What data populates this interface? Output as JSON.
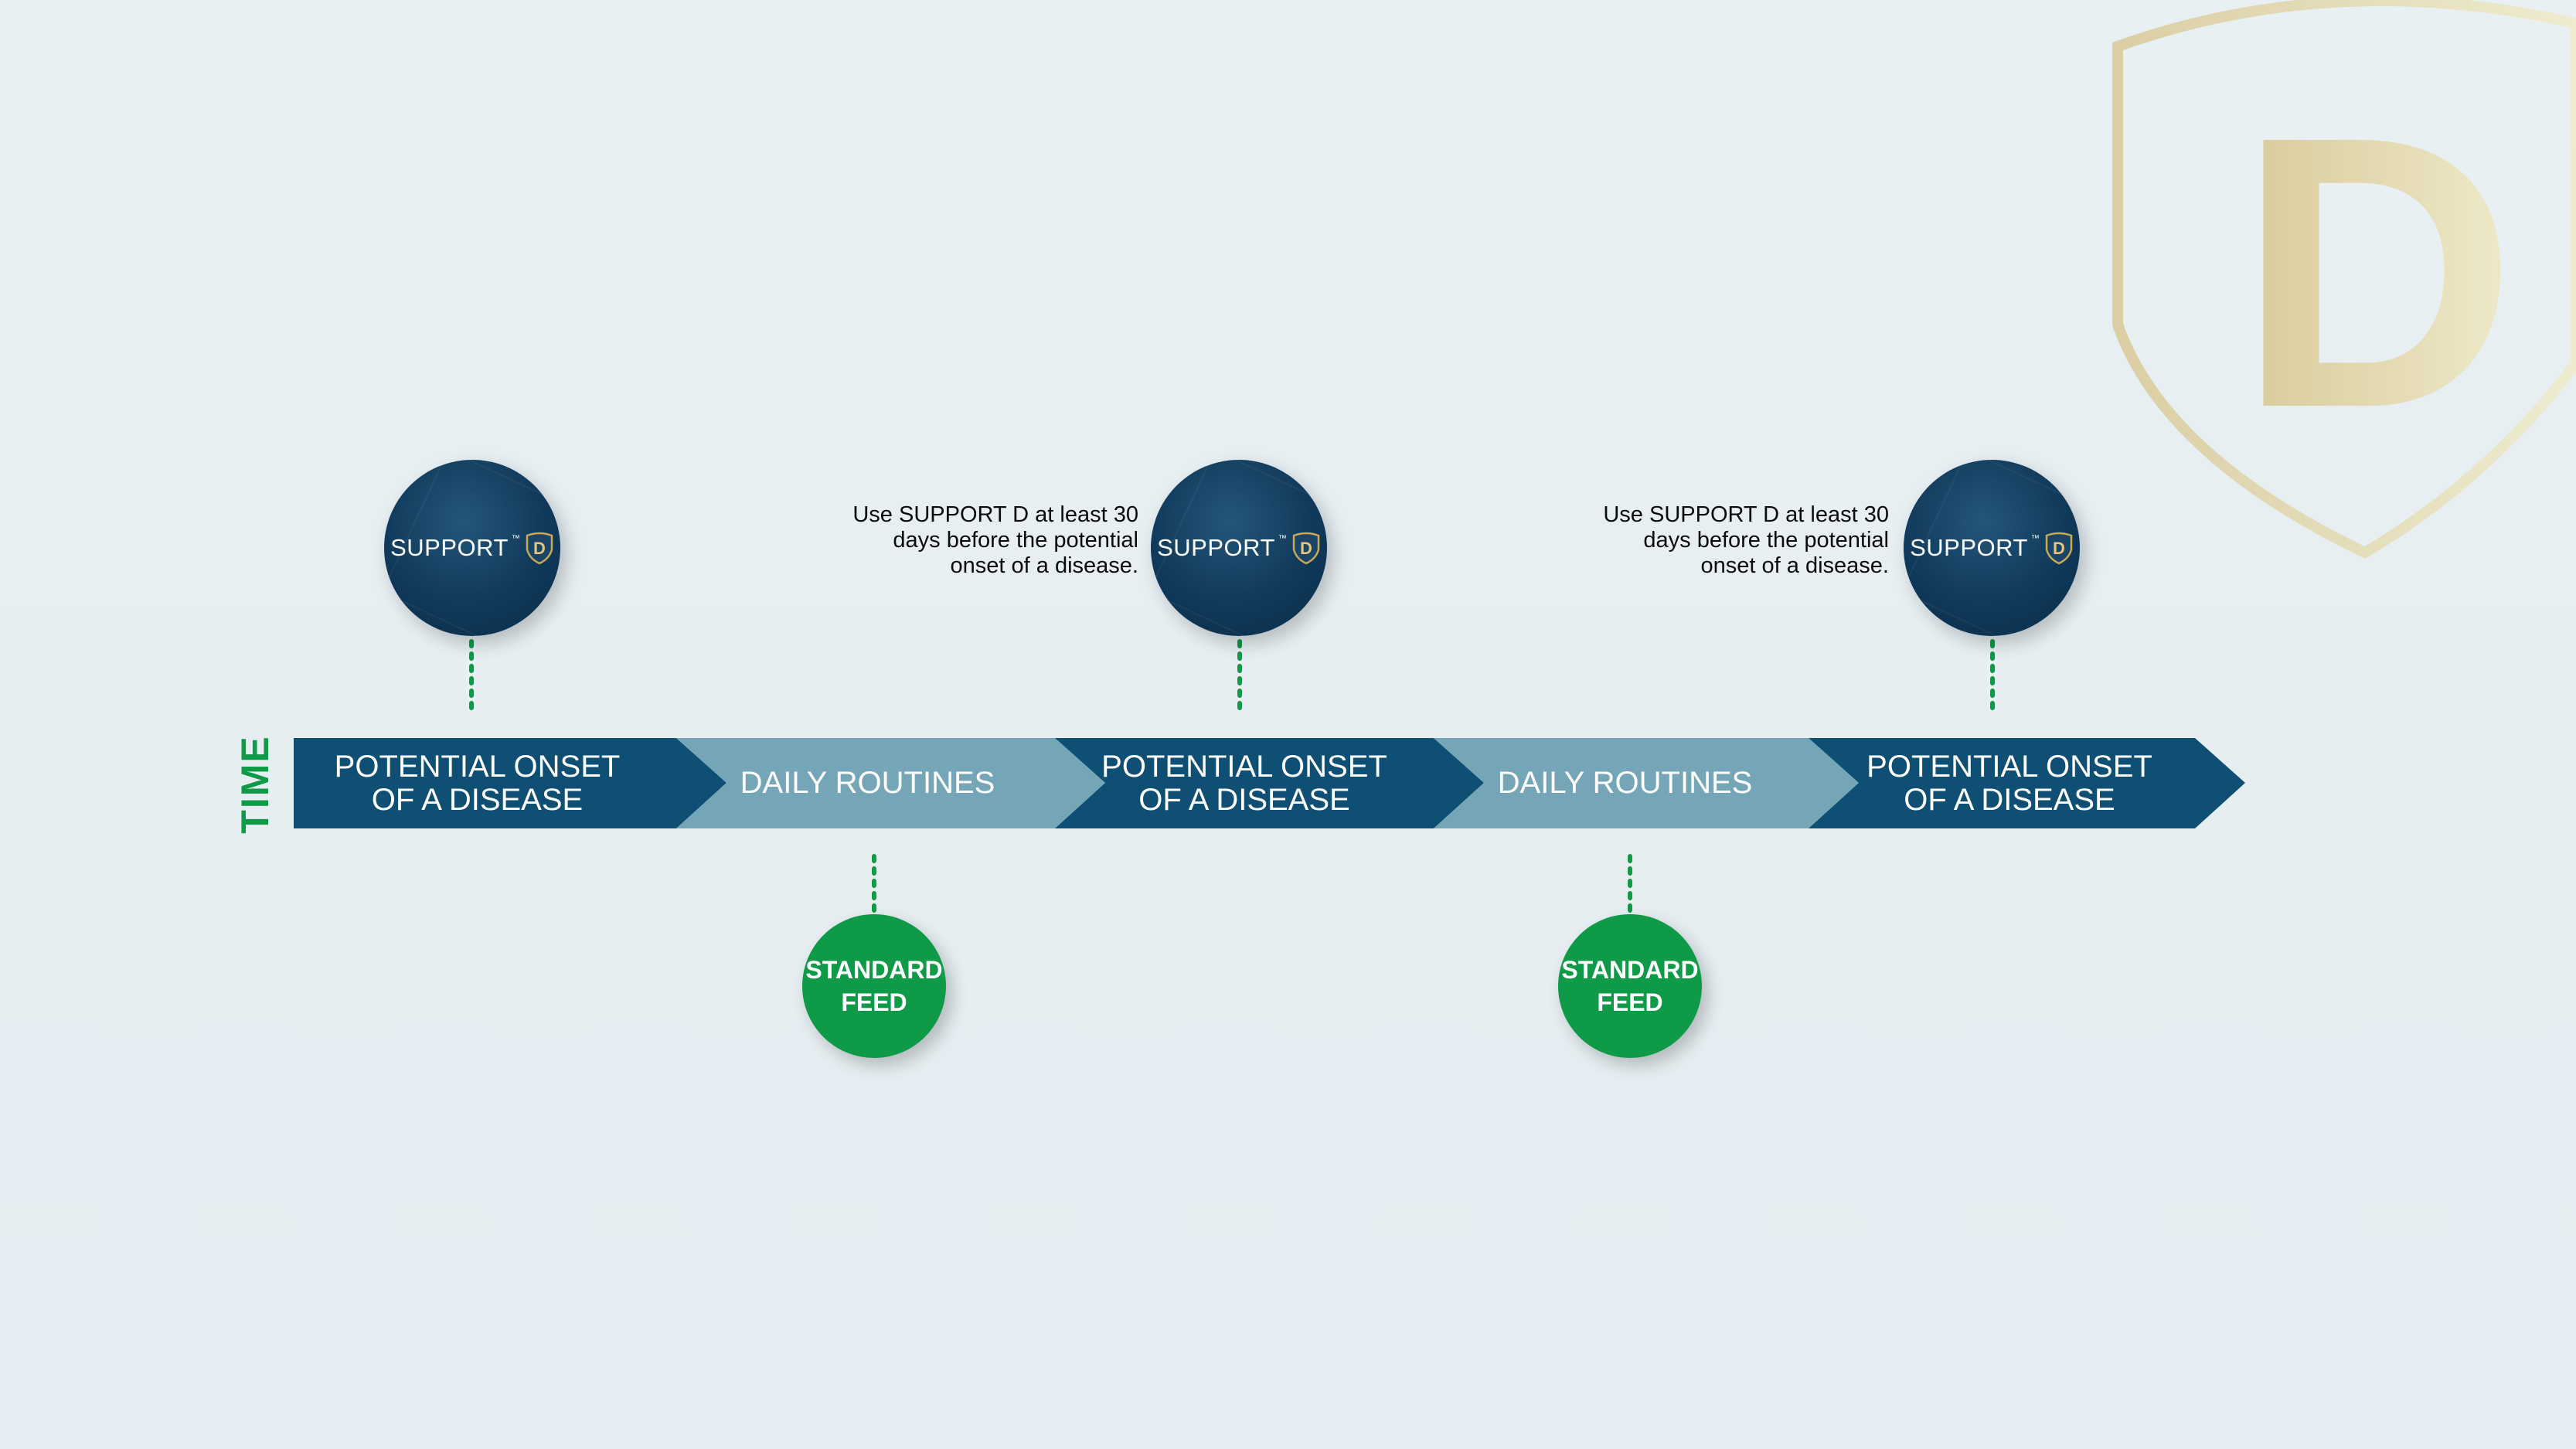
{
  "time_label": "TIME",
  "segments": [
    {
      "label": "POTENTIAL ONSET\nOF A DISEASE",
      "kind": "onset"
    },
    {
      "label": "DAILY ROUTINES",
      "kind": "routine"
    },
    {
      "label": "POTENTIAL ONSET\nOF A DISEASE",
      "kind": "onset"
    },
    {
      "label": "DAILY ROUTINES",
      "kind": "routine"
    },
    {
      "label": "POTENTIAL ONSET\nOF A DISEASE",
      "kind": "onset"
    }
  ],
  "support_badges": [
    {
      "text": "SUPPORT",
      "tm": "™",
      "mark": "D"
    },
    {
      "text": "SUPPORT",
      "tm": "™",
      "mark": "D"
    },
    {
      "text": "SUPPORT",
      "tm": "™",
      "mark": "D"
    }
  ],
  "notes": [
    "Use SUPPORT D at least 30 days before the potential onset of a disease.",
    "Use SUPPORT D at least 30 days before the potential onset of a disease."
  ],
  "feeds": [
    {
      "label": "STANDARD\nFEED"
    },
    {
      "label": "STANDARD\nFEED"
    }
  ],
  "watermark": {
    "letter": "D"
  },
  "colors": {
    "onset": "#0e4f73",
    "routine": "#74a6b7",
    "green": "#0e9a47",
    "gold": "#d9c48a",
    "background": "#e7eff2"
  }
}
